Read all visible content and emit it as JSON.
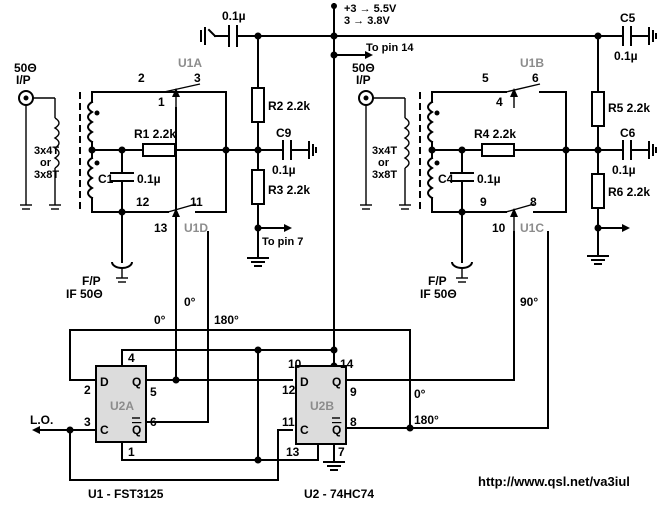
{
  "supply": {
    "line1": "+3 → 5.5V",
    "line2": "3 → 3.8V",
    "cap": "0.1µ",
    "to_pin14": "To pin 14"
  },
  "left": {
    "input": {
      "line1": "50Θ",
      "line2": "I/P"
    },
    "coil": {
      "line1": "3x4T",
      "line2": "or",
      "line3": "3x8T"
    },
    "r1": "R1 2.2k",
    "c1": "C1",
    "c1_val": "0.1µ",
    "u1a": "U1A",
    "u1d": "U1D",
    "pins": {
      "p2": "2",
      "p3": "3",
      "p1": "1",
      "p12": "12",
      "p11": "11",
      "p13": "13"
    },
    "fp": {
      "line1": "F/P",
      "line2": "IF 50Θ"
    },
    "r2": "R2 2.2k",
    "r3": "R3 2.2k",
    "c9": "C9",
    "c9_val": "0.1µ",
    "to_pin7": "To pin 7"
  },
  "right": {
    "input": {
      "line1": "50Θ",
      "line2": "I/P"
    },
    "coil": {
      "line1": "3x4T",
      "line2": "or",
      "line3": "3x8T"
    },
    "r4": "R4 2.2k",
    "c4": "C4",
    "c4_val": "0.1µ",
    "u1b": "U1B",
    "u1c": "U1C",
    "pins": {
      "p5": "5",
      "p6": "6",
      "p4": "4",
      "p9": "9",
      "p8": "8",
      "p10": "10"
    },
    "fp": {
      "line1": "F/P",
      "line2": "IF 50Θ"
    },
    "c5": "C5",
    "c5_val": "0.1µ",
    "r5": "R5 2.2k",
    "c6": "C6",
    "c6_val": "0.1µ",
    "r6": "R6 2.2k"
  },
  "phases": {
    "p0_top": "0°",
    "p180_top": "180°",
    "p0_left": "0°",
    "p90": "90°",
    "p0_out": "0°",
    "p180_out": "180°"
  },
  "u2a": {
    "name": "U2A",
    "d": "D",
    "q": "Q",
    "c": "C",
    "qbar": "Q",
    "pins": {
      "p2": "2",
      "p3": "3",
      "p4": "4",
      "p5": "5",
      "p6": "6",
      "p1": "1"
    }
  },
  "u2b": {
    "name": "U2B",
    "d": "D",
    "q": "Q",
    "c": "C",
    "qbar": "Q",
    "pins": {
      "p10": "10",
      "p14": "14",
      "p12": "12",
      "p9": "9",
      "p11": "11",
      "p8": "8",
      "p13": "13",
      "p7": "7"
    }
  },
  "lo": "L.O.",
  "footer": {
    "u1": "U1 - FST3125",
    "u2": "U2 - 74HC74",
    "url": "http://www.qsl.net/va3iul"
  }
}
